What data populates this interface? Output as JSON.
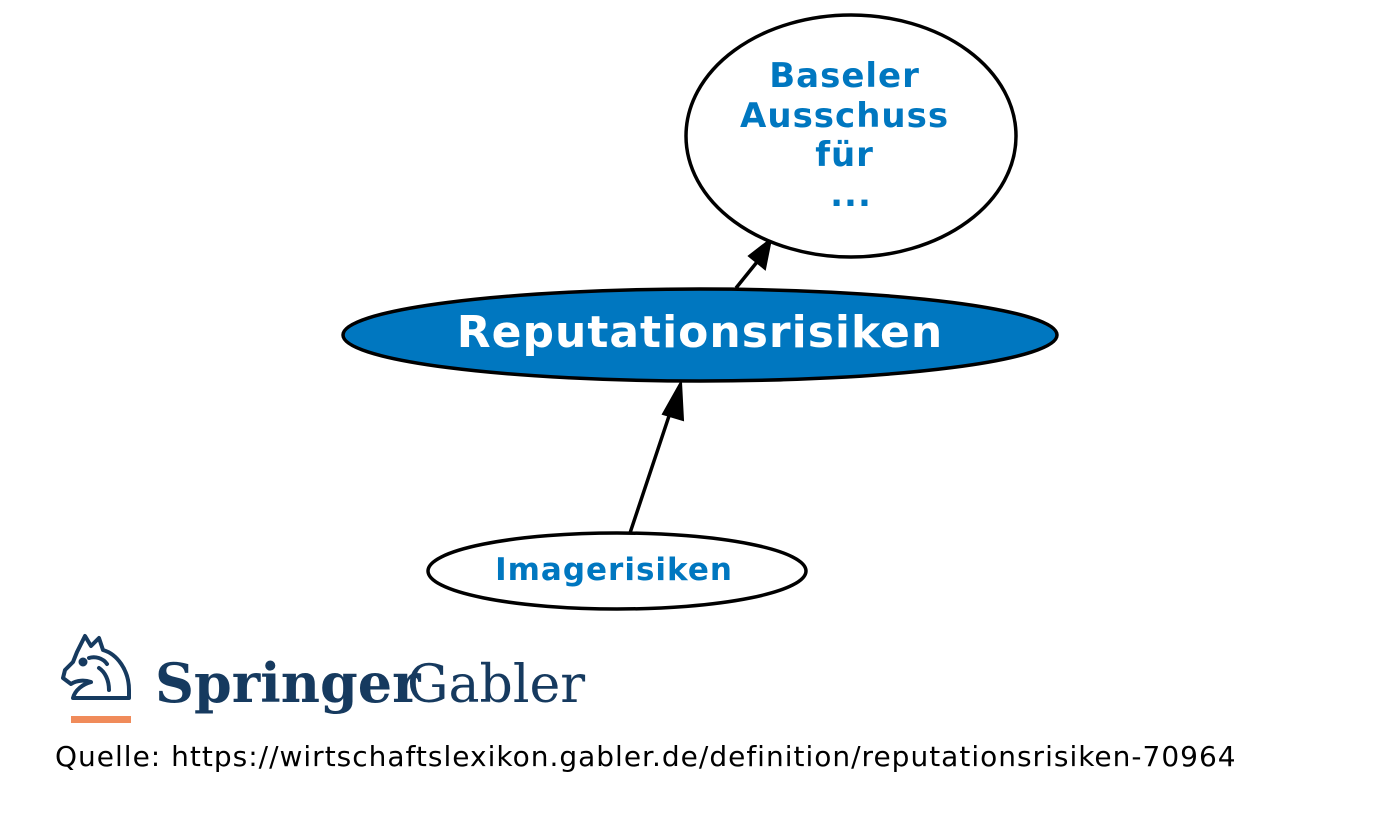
{
  "diagram": {
    "nodes": [
      {
        "id": "baseler",
        "label_lines": [
          "Baseler",
          "Ausschuss",
          "für",
          "..."
        ],
        "style": "outline"
      },
      {
        "id": "reputationsrisiken",
        "label": "Reputationsrisiken",
        "style": "filled"
      },
      {
        "id": "imagerisiken",
        "label": "Imagerisiken",
        "style": "outline"
      }
    ],
    "edges": [
      {
        "from": "reputationsrisiken",
        "to": "baseler"
      },
      {
        "from": "imagerisiken",
        "to": "reputationsrisiken"
      }
    ]
  },
  "colors": {
    "accent_blue": "#0077c0",
    "node_fill": "#0077c0",
    "node_text_on_fill": "#ffffff",
    "node_text": "#0077c0",
    "outline": "#000000",
    "brand_navy": "#163a5f",
    "brand_orange": "#f08b5a"
  },
  "logo": {
    "icon": "springer-knight-icon",
    "word1": "Springer",
    "word2": "Gabler"
  },
  "source": {
    "text": "Quelle: https://wirtschaftslexikon.gabler.de/definition/reputationsrisiken-70964"
  }
}
